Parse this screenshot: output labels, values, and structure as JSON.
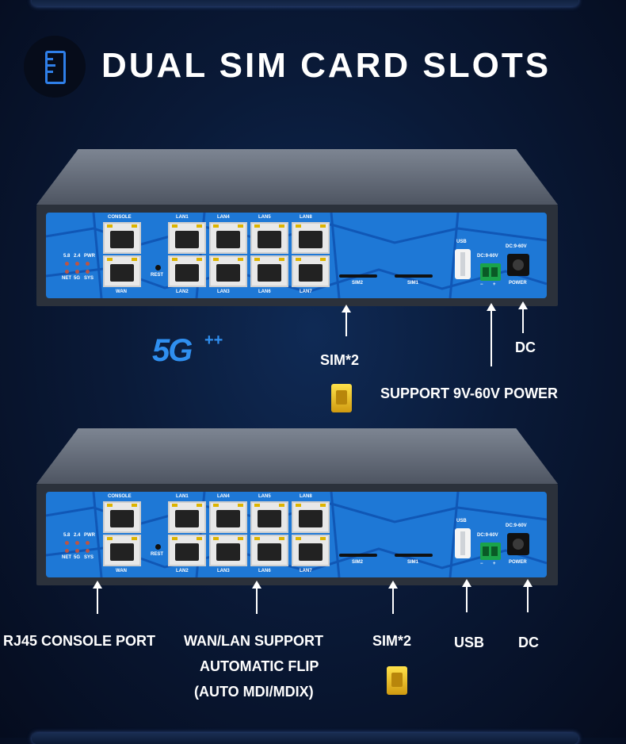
{
  "title": "DUAL SIM CARD SLOTS",
  "logo": {
    "text": "5G",
    "plus": "++"
  },
  "device": {
    "labels": {
      "console": "CONSOLE",
      "wan": "WAN",
      "rest": "REST",
      "lan1": "LAN1",
      "lan4": "LAN4",
      "lan5": "LAN5",
      "lan8": "LAN8",
      "lan2": "LAN2",
      "lan3": "LAN3",
      "lan6": "LAN6",
      "lan7": "LAN7",
      "sim2": "SIM2",
      "sim1": "SIM1",
      "usb": "USB",
      "dc_range": "DC:9-60V",
      "power": "POWER",
      "minus": "−",
      "plus": "+",
      "led_58": "5.8",
      "led_24": "2.4",
      "led_pwr": "PWR",
      "led_net": "NET",
      "led_5g": "5G",
      "led_sys": "SYS"
    }
  },
  "top_callouts": {
    "sim": "SIM*2",
    "dc": "DC",
    "power": "SUPPORT 9V-60V POWER"
  },
  "bottom_callouts": {
    "console": "RJ45 CONSOLE PORT",
    "wanlan_1": "WAN/LAN  SUPPORT",
    "wanlan_2": "AUTOMATIC FLIP",
    "wanlan_3": "(AUTO MDI/MDIX)",
    "sim": "SIM*2",
    "usb": "USB",
    "dc": "DC"
  },
  "colors": {
    "accent": "#2f7fe8",
    "panel": "#1e78d6",
    "background": "#0a1a38"
  }
}
